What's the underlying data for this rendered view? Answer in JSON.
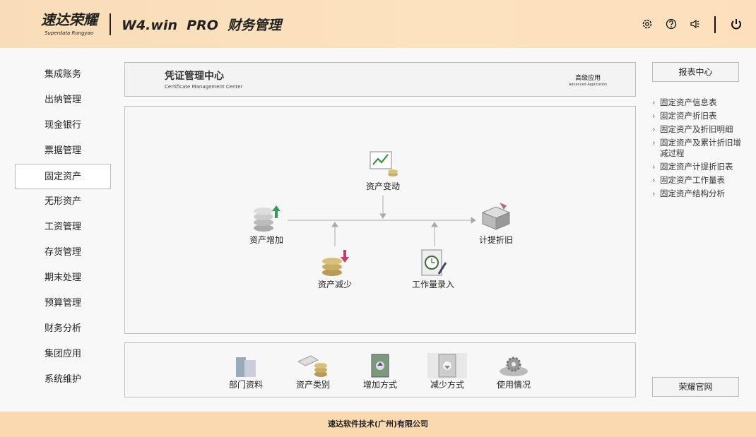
{
  "header": {
    "logo_cn": "速达荣耀",
    "logo_en": "Superdata Rongyao",
    "title": "W4.win  PRO  财务管理",
    "icons": [
      "gear-icon",
      "help-icon",
      "speaker-icon",
      "power-icon"
    ]
  },
  "nav": {
    "items": [
      "集成账务",
      "出纳管理",
      "现金银行",
      "票据管理",
      "固定资产",
      "无形资产",
      "工资管理",
      "存货管理",
      "期末处理",
      "预算管理",
      "财务分析",
      "集团应用",
      "系统维护"
    ],
    "selected": "固定资产"
  },
  "banner": {
    "title": "凭证管理中心",
    "subtitle": "Certificate Management Center",
    "advanced": "高级应用",
    "advanced_en": "Advanced Application"
  },
  "diagram": {
    "change": "资产变动",
    "increase": "资产增加",
    "decrease": "资产减少",
    "workload": "工作量录入",
    "depreciation": "计提折旧"
  },
  "bottom": [
    "部门资料",
    "资产类别",
    "增加方式",
    "减少方式",
    "使用情况"
  ],
  "right": {
    "report_center": "报表中心",
    "links": [
      "固定资产信息表",
      "固定资产折旧表",
      "固定资产及折旧明细",
      "固定资产及累计折旧增减过程",
      "固定资产计提折旧表",
      "固定资产工作量表",
      "固定资产结构分析"
    ],
    "website": "荣耀官网"
  },
  "footer": "速达软件技术(广州)有限公司"
}
